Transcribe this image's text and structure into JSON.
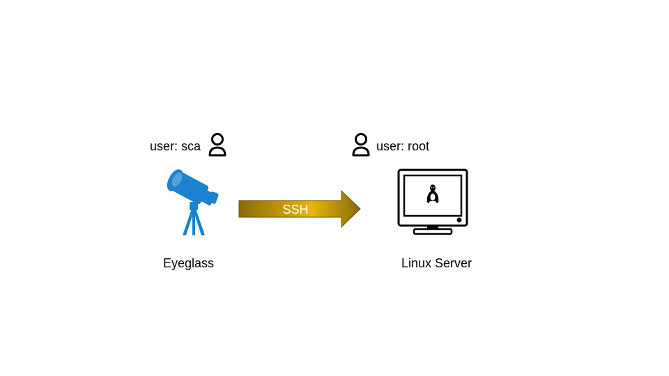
{
  "left_node": {
    "user_label": "user: sca",
    "name": "Eyeglass",
    "user_icon": "user-icon",
    "icon": "telescope-icon",
    "icon_color": "#1a82cf"
  },
  "connection": {
    "label": "SSH",
    "gradient_colors": [
      "#8a6a06",
      "#e8b410",
      "#8a6a06"
    ],
    "label_color": "#ffffff"
  },
  "right_node": {
    "user_label": "user: root",
    "name": "Linux Server",
    "user_icon": "user-icon",
    "icon": "monitor-icon",
    "screen_icon": "linux-tux-icon"
  }
}
